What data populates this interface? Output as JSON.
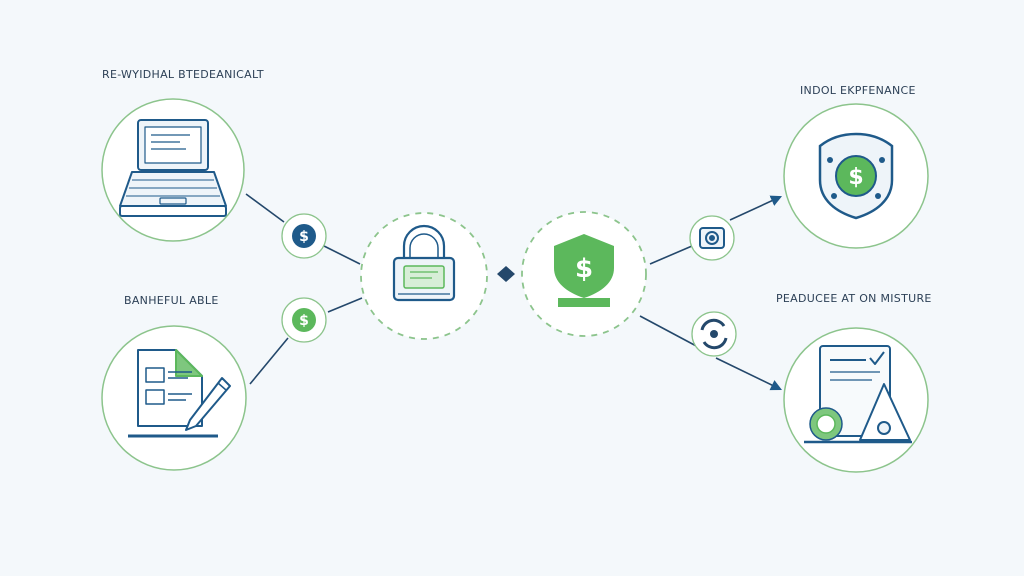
{
  "labels": {
    "top_left": "RE-WYIDHAL BTEDEANICALT",
    "bottom_left": "BANHEFUL ABLE",
    "top_right": "INDOL EKPFENANCE",
    "bottom_right": "PEADUCEE AT ON MISTURE"
  },
  "symbols": {
    "currency": "$"
  },
  "colors": {
    "blue": "#1f5a8a",
    "navy": "#24486b",
    "green": "#5cb85c",
    "light_green": "#7ec77e",
    "ring_green": "#8cc48c",
    "background": "#f4f8fb"
  },
  "icons": [
    "laptop-icon",
    "document-pen-icon",
    "padlock-icon",
    "shield-dollar-icon",
    "dollar-coin-icon",
    "gear-icon",
    "refresh-icon",
    "arrow-icon"
  ]
}
